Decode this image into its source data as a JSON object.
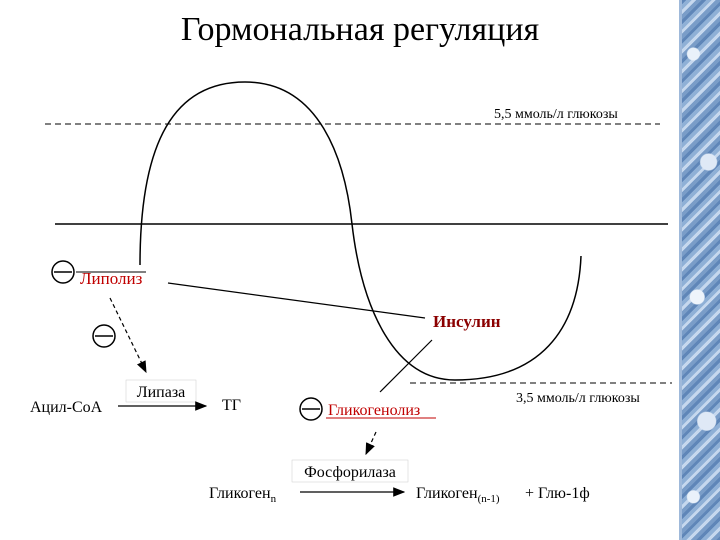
{
  "title": "Гормональная регуляция",
  "glucose_high": "5,5 ммоль/л глюкозы",
  "glucose_low": "3,5 ммоль/л глюкозы",
  "lipolysis": "Липолиз",
  "insulin": "Инсулин",
  "lipase": "Липаза",
  "acyl_coa": "Ацил-CoA",
  "tg": "ТГ",
  "glycogenolysis": "Гликогенолиз",
  "phosphorylase": "Фосфорилаза",
  "glycogen_n": {
    "base": "Гликоген",
    "sub": "n"
  },
  "glycogen_n1": {
    "base": "Гликоген",
    "sub": "(n-1)"
  },
  "glu1p": "+ Глю-1ф",
  "colors": {
    "line": "#000000",
    "inhibit_label": "#c00000",
    "insulin_label": "#8b0000",
    "frost": "#6f93c2"
  }
}
